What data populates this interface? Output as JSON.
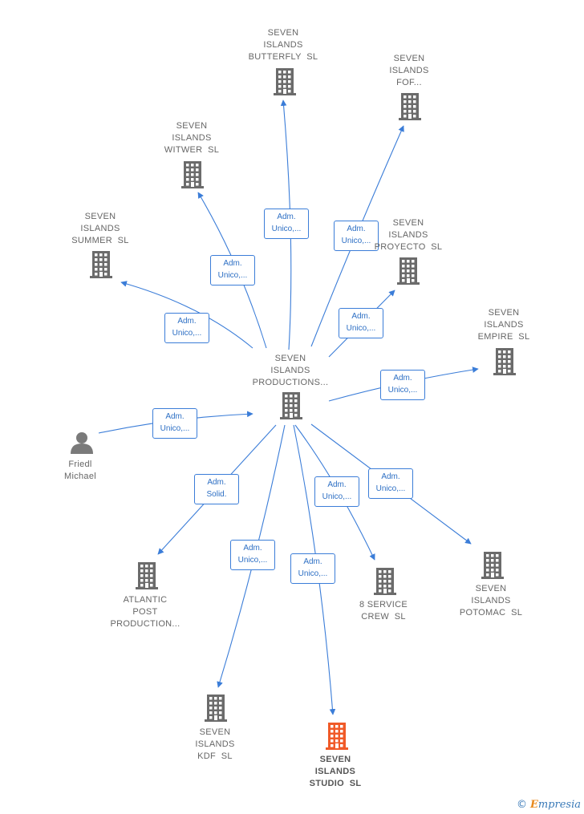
{
  "colors": {
    "edge": "#3b7dd8",
    "building": "#6b6b6b",
    "building_highlight": "#f05a28",
    "person": "#7a7a7a",
    "text": "#666666"
  },
  "nodes": [
    {
      "id": "center",
      "lines": [
        "SEVEN",
        "ISLANDS",
        "PRODUCTIONS..."
      ],
      "icon": "building-icon"
    },
    {
      "id": "butterfly",
      "lines": [
        "SEVEN",
        "ISLANDS",
        "BUTTERFLY  SL"
      ],
      "icon": "building-icon"
    },
    {
      "id": "fof",
      "lines": [
        "SEVEN",
        "ISLANDS",
        "FOF..."
      ],
      "icon": "building-icon"
    },
    {
      "id": "witwer",
      "lines": [
        "SEVEN",
        "ISLANDS",
        "WITWER  SL"
      ],
      "icon": "building-icon"
    },
    {
      "id": "summer",
      "lines": [
        "SEVEN",
        "ISLANDS",
        "SUMMER  SL"
      ],
      "icon": "building-icon"
    },
    {
      "id": "proyecto",
      "lines": [
        "SEVEN",
        "ISLANDS",
        "PROYECTO  SL"
      ],
      "icon": "building-icon"
    },
    {
      "id": "empire",
      "lines": [
        "SEVEN",
        "ISLANDS",
        "EMPIRE  SL"
      ],
      "icon": "building-icon"
    },
    {
      "id": "friedl",
      "lines": [
        "Friedl",
        "Michael"
      ],
      "icon": "person-icon"
    },
    {
      "id": "atlantic",
      "lines": [
        "ATLANTIC",
        "POST",
        "PRODUCTION..."
      ],
      "icon": "building-icon"
    },
    {
      "id": "service",
      "lines": [
        "8 SERVICE",
        "CREW  SL"
      ],
      "icon": "building-icon"
    },
    {
      "id": "potomac",
      "lines": [
        "SEVEN",
        "ISLANDS",
        "POTOMAC  SL"
      ],
      "icon": "building-icon"
    },
    {
      "id": "kdf",
      "lines": [
        "SEVEN",
        "ISLANDS",
        "KDF  SL"
      ],
      "icon": "building-icon"
    },
    {
      "id": "studio",
      "lines": [
        "SEVEN",
        "ISLANDS",
        "STUDIO  SL"
      ],
      "icon": "building-icon",
      "highlight": true
    }
  ],
  "edges": [
    {
      "to": "butterfly",
      "label": [
        "Adm.",
        "Unico,..."
      ]
    },
    {
      "to": "fof",
      "label": [
        "Adm.",
        "Unico,..."
      ]
    },
    {
      "to": "witwer",
      "label": [
        "Adm.",
        "Unico,..."
      ]
    },
    {
      "to": "summer",
      "label": [
        "Adm.",
        "Unico,..."
      ]
    },
    {
      "to": "proyecto",
      "label": [
        "Adm.",
        "Unico,..."
      ]
    },
    {
      "to": "empire",
      "label": [
        "Adm.",
        "Unico,..."
      ]
    },
    {
      "from": "friedl",
      "to": "center",
      "label": [
        "Adm.",
        "Unico,..."
      ]
    },
    {
      "to": "atlantic",
      "label": [
        "Adm.",
        "Solid."
      ]
    },
    {
      "to": "service",
      "label": [
        "Adm.",
        "Unico,..."
      ]
    },
    {
      "to": "potomac",
      "label": [
        "Adm.",
        "Unico,..."
      ]
    },
    {
      "to": "kdf",
      "label": [
        "Adm.",
        "Unico,..."
      ]
    },
    {
      "to": "studio",
      "label": [
        "Adm.",
        "Unico,..."
      ]
    }
  ],
  "footer": {
    "copyright_symbol": "©",
    "brand_first": "E",
    "brand_rest": "mpresia"
  }
}
